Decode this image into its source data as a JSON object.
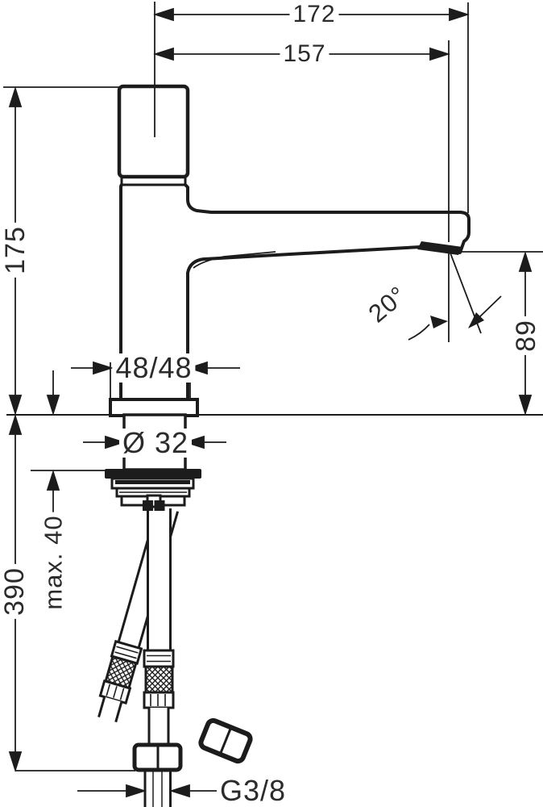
{
  "page": {
    "background": "#ffffff",
    "line_color": "#1c1c1c",
    "text_color": "#2b2b2b"
  },
  "drawing": {
    "type": "faucet-installation-technical-drawing",
    "dimensions": {
      "overall_projection": "172",
      "spout_reach": "157",
      "body_height": "175",
      "spout_angle": "20°",
      "outlet_height": "89",
      "base_footprint": "48/48",
      "mounting_hole_diameter": "Ø 32",
      "max_deck_thickness": "max. 40",
      "hose_drop": "390",
      "connection_thread": "G3/8"
    }
  }
}
